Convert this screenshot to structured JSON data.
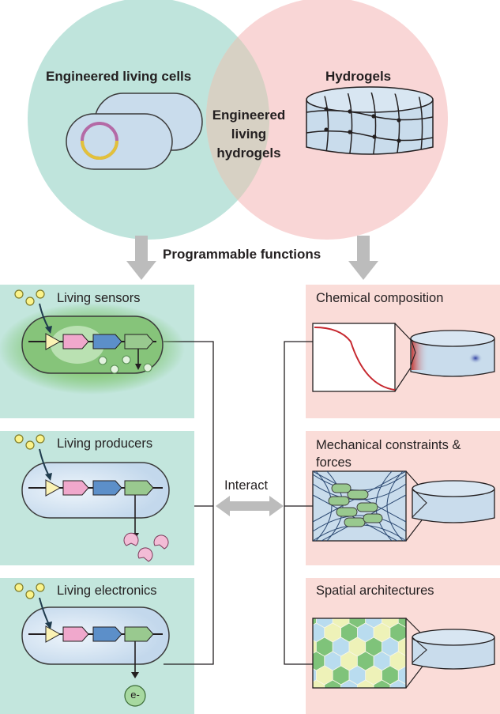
{
  "venn": {
    "left_label": "Engineered living cells",
    "right_label": "Hydrogels",
    "overlap_label_line1": "Engineered",
    "overlap_label_line2": "living",
    "overlap_label_line3": "hydrogels",
    "left_color": "#bfe4dc",
    "right_color": "#f9d6d6"
  },
  "heading": "Programmable functions",
  "interact_label": "Interact",
  "left_panels": [
    {
      "title": "Living sensors"
    },
    {
      "title": "Living producers"
    },
    {
      "title": "Living electronics",
      "output_label": "e-"
    }
  ],
  "right_panels": [
    {
      "title": "Chemical composition"
    },
    {
      "title_line1": "Mechanical constraints &",
      "title_line2": "forces"
    },
    {
      "title": "Spatial architectures"
    }
  ],
  "colors": {
    "left_panel_bg": "#c3e6dd",
    "right_panel_bg": "#fadcd8",
    "cell_fill": "#c9dcec",
    "sensor_glow": "#74c16a",
    "promoter": "#fbf3b4",
    "gene_pink": "#f0a8cc",
    "gene_blue": "#5c8fc9",
    "gene_green": "#99c98f",
    "arrow_gray": "#bcbcbc",
    "curve_red": "#c6272e"
  }
}
